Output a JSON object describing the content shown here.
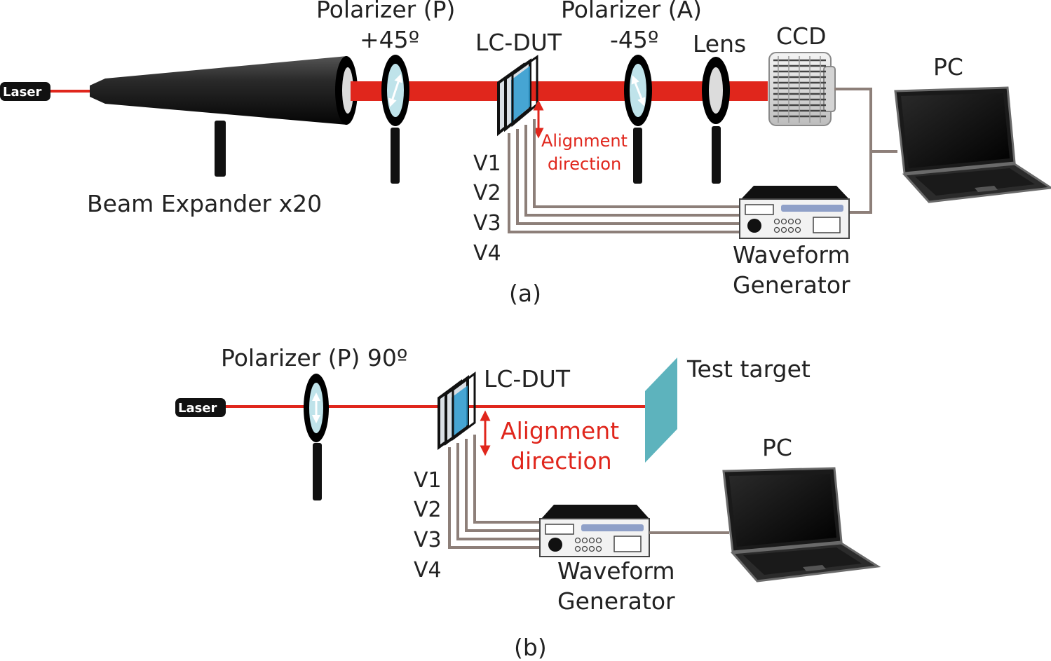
{
  "colors": {
    "beam": "#e0261c",
    "accent_red": "#e0261c",
    "optic_glass": "#bfe3ea",
    "lc_glass": "#2b9bd0",
    "target": "#5db3bd",
    "wire": "#8d7f79",
    "dark": "#111111"
  },
  "panel_a": {
    "laser": "Laser",
    "beam_expander": "Beam Expander x20",
    "polarizer_p_title": "Polarizer (P)",
    "polarizer_p_angle": "+45º",
    "lc_dut": "LC-DUT",
    "polarizer_a_title": "Polarizer (A)",
    "polarizer_a_angle": "-45º",
    "lens": "Lens",
    "ccd": "CCD",
    "pc": "PC",
    "alignment_line1": "Alignment",
    "alignment_line2": "direction",
    "voltages": [
      "V1",
      "V2",
      "V3",
      "V4"
    ],
    "waveform_line1": "Waveform",
    "waveform_line2": "Generator",
    "caption": "(a)"
  },
  "panel_b": {
    "laser": "Laser",
    "polarizer": "Polarizer (P) 90º",
    "lc_dut": "LC-DUT",
    "test_target": "Test target",
    "pc": "PC",
    "alignment_line1": "Alignment",
    "alignment_line2": "direction",
    "voltages": [
      "V1",
      "V2",
      "V3",
      "V4"
    ],
    "waveform_line1": "Waveform",
    "waveform_line2": "Generator",
    "caption": "(b)"
  }
}
